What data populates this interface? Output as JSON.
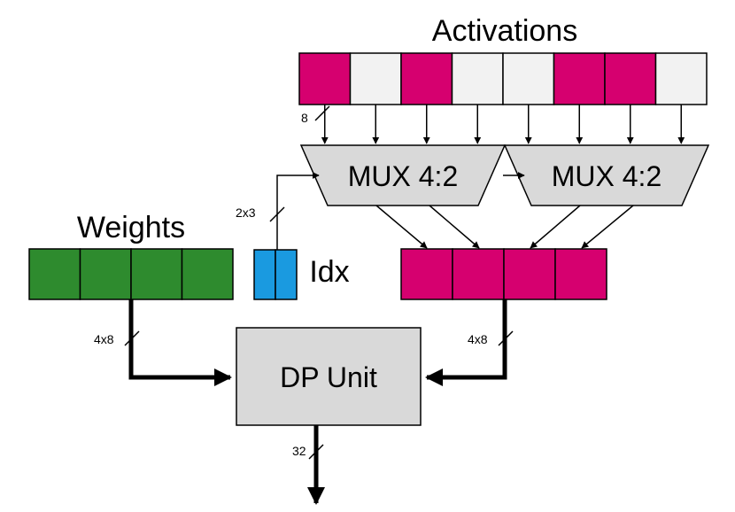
{
  "labels": {
    "activations": "Activations",
    "weights": "Weights",
    "idx": "Idx",
    "mux_left": "MUX 4:2",
    "mux_right": "MUX 4:2",
    "dp_unit": "DP Unit"
  },
  "bus_widths": {
    "activation_bit": "8",
    "idx_bus": "2x3",
    "weights_bus": "4x8",
    "selected_bus": "4x8",
    "output_bus": "32"
  },
  "activations": {
    "cells": [
      "pink",
      "light",
      "pink",
      "light",
      "light",
      "pink",
      "pink",
      "light"
    ]
  },
  "weights": {
    "cell_count": 4
  },
  "idx": {
    "cell_count": 2
  },
  "selected": {
    "cell_count": 4
  },
  "colors": {
    "pink": "#d6006f",
    "light": "#f2f2f2",
    "green": "#2e8b2e",
    "blue": "#1a9ae0",
    "gray": "#d9d9d9",
    "stroke": "#000000"
  }
}
